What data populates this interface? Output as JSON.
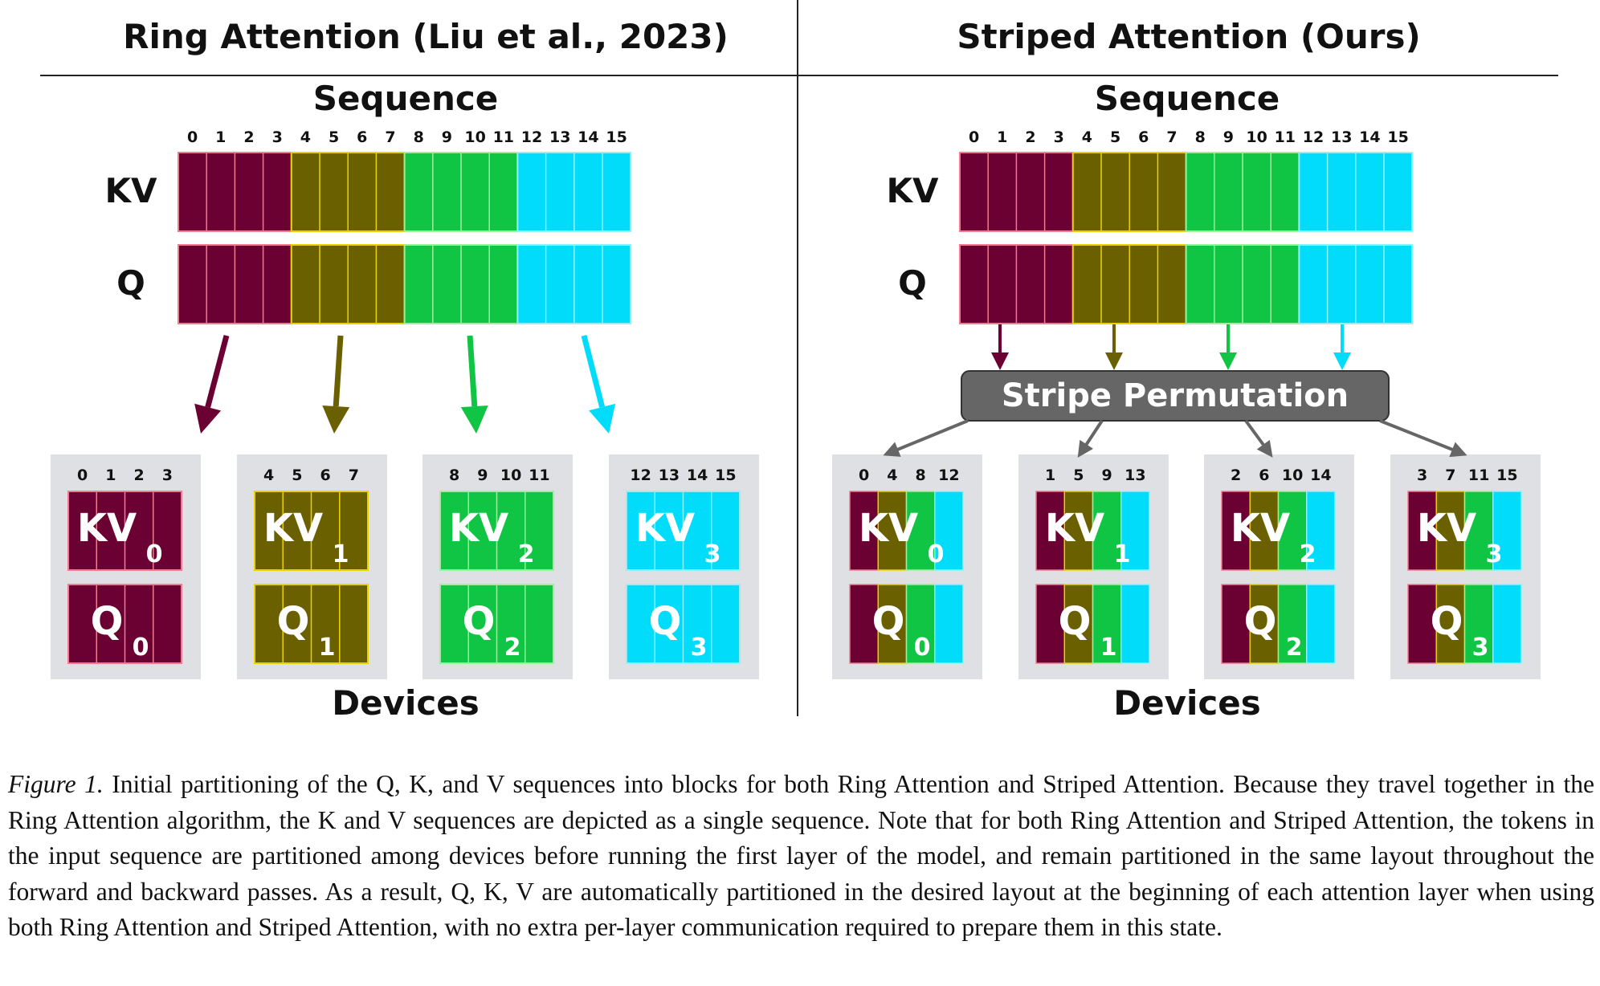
{
  "titles": {
    "left": "Ring Attention (Liu et al., 2023)",
    "right": "Striped Attention (Ours)"
  },
  "labels": {
    "sequence": "Sequence",
    "kv": "KV",
    "q": "Q",
    "devices": "Devices",
    "stripe_permutation": "Stripe Permutation",
    "kv_device_prefix": "KV",
    "q_device_prefix": "Q"
  },
  "sequence_indices": [
    "0",
    "1",
    "2",
    "3",
    "4",
    "5",
    "6",
    "7",
    "8",
    "9",
    "10",
    "11",
    "12",
    "13",
    "14",
    "15"
  ],
  "colors": {
    "device0": "#6b0033",
    "device1": "#6b6000",
    "device2": "#11c544",
    "device3": "#00dcf9",
    "device0_border": "#f07a90",
    "device1_border": "#e8d200",
    "device2_border": "#9bf09b",
    "device3_border": "#8ff0ff",
    "panel_bg": "#dfe0e4",
    "stripe_box": "#666666"
  },
  "ring_devices": [
    {
      "subscript": "0",
      "tokens": [
        "0",
        "1",
        "2",
        "3"
      ]
    },
    {
      "subscript": "1",
      "tokens": [
        "4",
        "5",
        "6",
        "7"
      ]
    },
    {
      "subscript": "2",
      "tokens": [
        "8",
        "9",
        "10",
        "11"
      ]
    },
    {
      "subscript": "3",
      "tokens": [
        "12",
        "13",
        "14",
        "15"
      ]
    }
  ],
  "striped_devices": [
    {
      "subscript": "0",
      "tokens": [
        "0",
        "4",
        "8",
        "12"
      ]
    },
    {
      "subscript": "1",
      "tokens": [
        "1",
        "5",
        "9",
        "13"
      ]
    },
    {
      "subscript": "2",
      "tokens": [
        "2",
        "6",
        "10",
        "14"
      ]
    },
    {
      "subscript": "3",
      "tokens": [
        "3",
        "7",
        "11",
        "15"
      ]
    }
  ],
  "caption": {
    "figure_label": "Figure 1.",
    "text": "Initial partitioning of the Q, K, and V sequences into blocks for both Ring Attention and Striped Attention. Because they travel together in the Ring Attention algorithm, the K and V sequences are depicted as a single sequence. Note that for both Ring Attention and Striped Attention, the tokens in the input sequence are partitioned among devices before running the first layer of the model, and remain partitioned in the same layout throughout the forward and backward passes. As a result, Q, K, V are automatically partitioned in the desired layout at the beginning of each attention layer when using both Ring Attention and Striped Attention, with no extra per-layer communication required to prepare them in this state."
  }
}
